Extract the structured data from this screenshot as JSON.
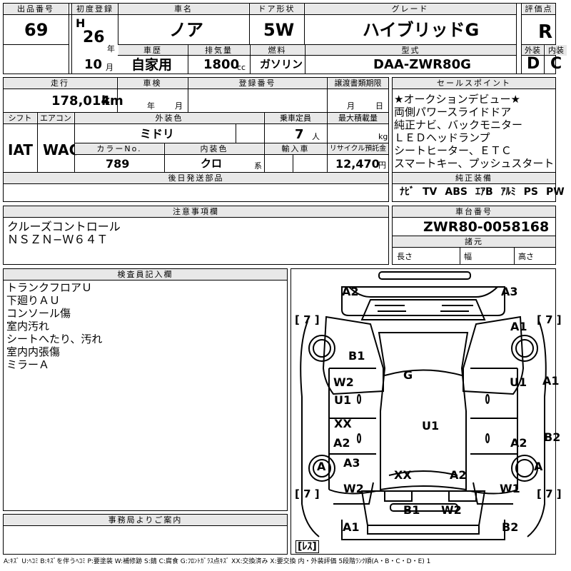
{
  "header": {
    "lot_number_label": "出品番号",
    "lot_number": "69",
    "first_reg_label": "初度登録",
    "era": "H",
    "year": "26",
    "year_unit": "年",
    "month": "10",
    "month_unit": "月",
    "car_name_label": "車名",
    "car_name": "ノア",
    "door_label": "ドア形状",
    "door": "5W",
    "grade_label": "グレード",
    "grade": "ハイブリッドG",
    "score_label": "評価点",
    "score": "R",
    "history_label": "車歴",
    "history": "自家用",
    "displacement_label": "排気量",
    "displacement": "1800",
    "displacement_unit": "cc",
    "fuel_label": "燃料",
    "fuel": "ガソリン",
    "model_label": "型式",
    "model": "DAA-ZWR80G",
    "exterior_label": "外装",
    "exterior": "D",
    "interior_label": "内装",
    "interior": "C"
  },
  "vehicle": {
    "mileage_label": "走行",
    "mileage": "178,014",
    "mileage_unit": "km",
    "inspection_label": "車検",
    "inspection_year_unit": "年",
    "inspection_month_unit": "月",
    "reg_number_label": "登録番号",
    "transfer_label": "譲渡書類期限",
    "transfer_month_unit": "月",
    "transfer_day_unit": "日",
    "shift_label": "シフト",
    "shift": "IAT",
    "ac_label": "エアコン",
    "ac": "WAC",
    "ext_color_label": "外装色",
    "ext_color": "ミドリ",
    "capacity_label": "乗車定員",
    "capacity": "7",
    "capacity_unit": "人",
    "max_load_label": "最大積載量",
    "max_load_unit": "kg",
    "color_no_label": "カラーNo.",
    "color_no": "789",
    "int_color_label": "内装色",
    "int_color": "クロ",
    "int_color_unit": "系",
    "import_label": "輸入車",
    "recycle_label": "リサイクル預託金",
    "recycle": "12,470",
    "recycle_unit": "円",
    "later_parts_label": "後日発送部品"
  },
  "sales_points": {
    "label": "セールスポイント",
    "items": [
      "★オークションデビュー★",
      "両側パワースライドドア",
      "純正ナビ、バックモニター",
      "ＬＥＤヘッドランプ",
      "シートヒーター、ＥＴＣ",
      "スマートキー、プッシュスタート"
    ]
  },
  "equipment": {
    "label": "純正装備",
    "items": [
      "ﾅﾋﾞ",
      "TV",
      "ABS",
      "ｴｱB",
      "ｱﾙﾐ",
      "PS",
      "PW"
    ]
  },
  "notes": {
    "label": "注意事項欄",
    "lines": [
      "クルーズコントロール",
      "ＮＳＺＮ−Ｗ６４Ｔ"
    ]
  },
  "chassis": {
    "label": "車台番号",
    "number": "ZWR80-0058168",
    "dims_label": "諸元",
    "length_label": "長さ",
    "width_label": "幅",
    "height_label": "高さ"
  },
  "inspector": {
    "label": "検査員記入欄",
    "lines": [
      "トランクフロアＵ",
      "下廻りＡＵ",
      "コンソール傷",
      "室内汚れ",
      "シートへたり、汚れ",
      "室内内張傷",
      "ミラーＡ"
    ]
  },
  "office": {
    "label": "事務局よりご案内"
  },
  "diagram": {
    "marks": [
      "A2",
      "A3",
      "A1",
      "B1",
      "G",
      "W2",
      "U1",
      "U1",
      "A1",
      "XX",
      "U1",
      "A2",
      "A2",
      "B2",
      "A3",
      "A",
      "A",
      "XX",
      "A2",
      "W2",
      "W1",
      "B1",
      "W2",
      "A1",
      "B2"
    ],
    "tire_depth": [
      "[ 7 ]",
      "[ 7 ]",
      "[ 7 ]",
      "[ 7 ]"
    ],
    "spare": "[ﾚｽ]"
  },
  "legend": "A:ｷｽﾞ U:ﾍｺﾐ B:ｷｽﾞを伴うﾍｺﾐ P:要塗装 W:補修跡 S:錆 C:腐食 G:ﾌﾛﾝﾄｶﾞﾗｽ点ｷｽﾞ XX:交換済み X:要交換 内・外装評価 5段階ﾗﾝｸ順(A・B・C・D・E) 1"
}
